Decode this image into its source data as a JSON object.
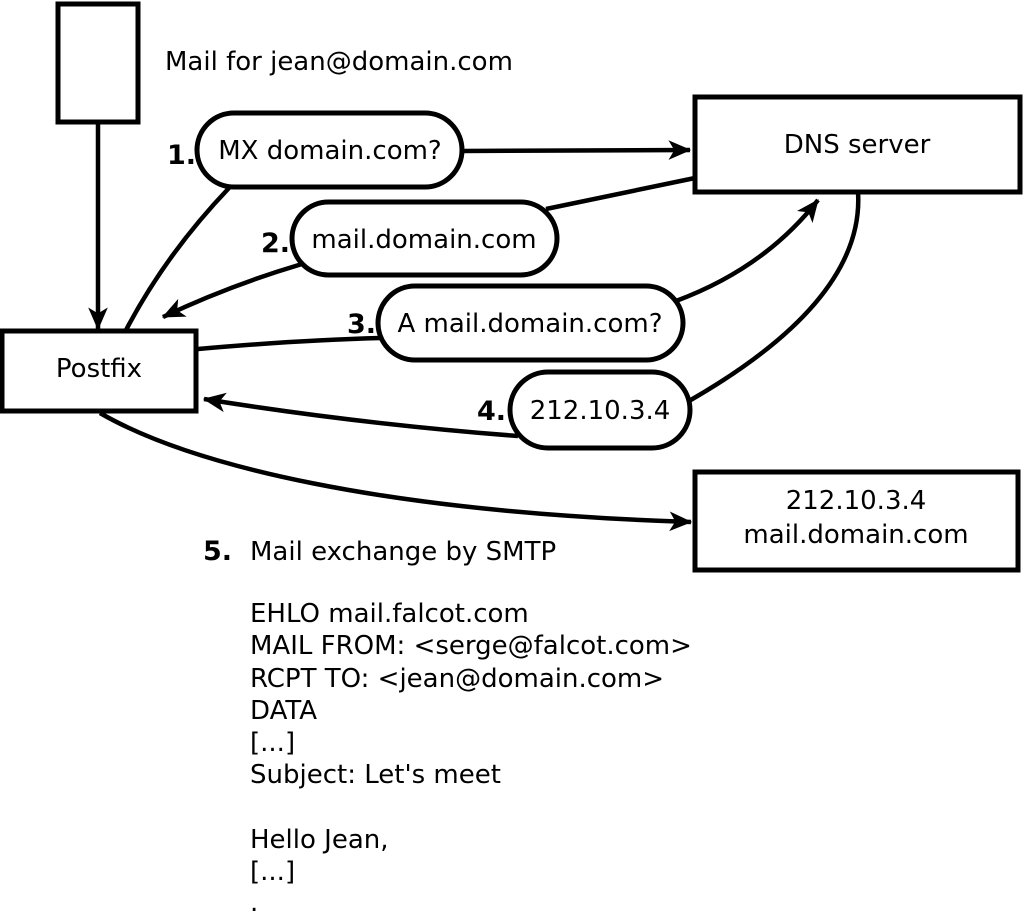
{
  "diagram": {
    "mail_note": "Mail for jean@domain.com",
    "postfix": {
      "label": "Postfix"
    },
    "dns": {
      "label": "DNS server"
    },
    "destination": {
      "line1": "212.10.3.4",
      "line2": "mail.domain.com"
    },
    "steps": [
      {
        "num": "1.",
        "label": "MX domain.com?"
      },
      {
        "num": "2.",
        "label": "mail.domain.com"
      },
      {
        "num": "3.",
        "label": "A mail.domain.com?"
      },
      {
        "num": "4.",
        "label": "212.10.3.4"
      },
      {
        "num": "5.",
        "label": "Mail exchange by SMTP"
      }
    ],
    "smtp_session": {
      "lines": [
        "EHLO mail.falcot.com",
        "MAIL FROM: <serge@falcot.com>",
        "RCPT TO: <jean@domain.com>",
        "DATA",
        "[...]",
        "Subject: Let's meet",
        "",
        "Hello Jean,",
        "[...]",
        "."
      ]
    },
    "colors": {
      "ink": "#000000",
      "paper": "#ffffff"
    }
  }
}
